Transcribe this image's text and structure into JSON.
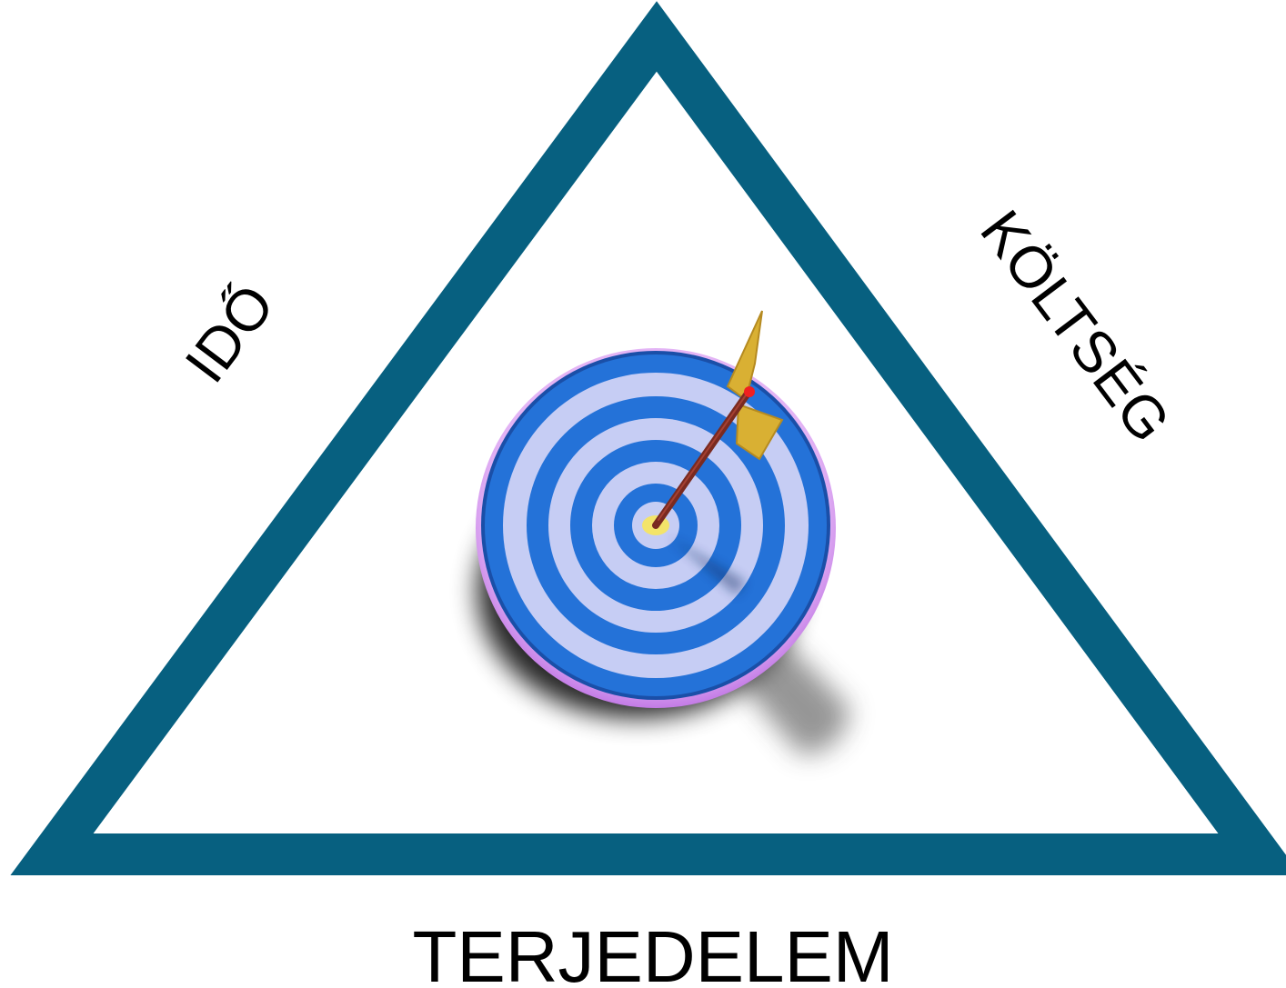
{
  "diagram": {
    "labels": {
      "left": "IDŐ",
      "right": "KÖLTSÉG",
      "bottom": "TERJEDELEM"
    },
    "colors": {
      "triangle_stroke": "#076080",
      "target_blue": "#2472d8",
      "target_light": "#c6cdf4",
      "target_rim": "#d695ee",
      "bullseye": "#f3e46a",
      "dart_shaft": "#7a2a20",
      "dart_flight": "#d9b033",
      "dart_tip": "#f02020",
      "label_text": "#000000"
    },
    "icon": "dartboard-with-dart-icon"
  }
}
